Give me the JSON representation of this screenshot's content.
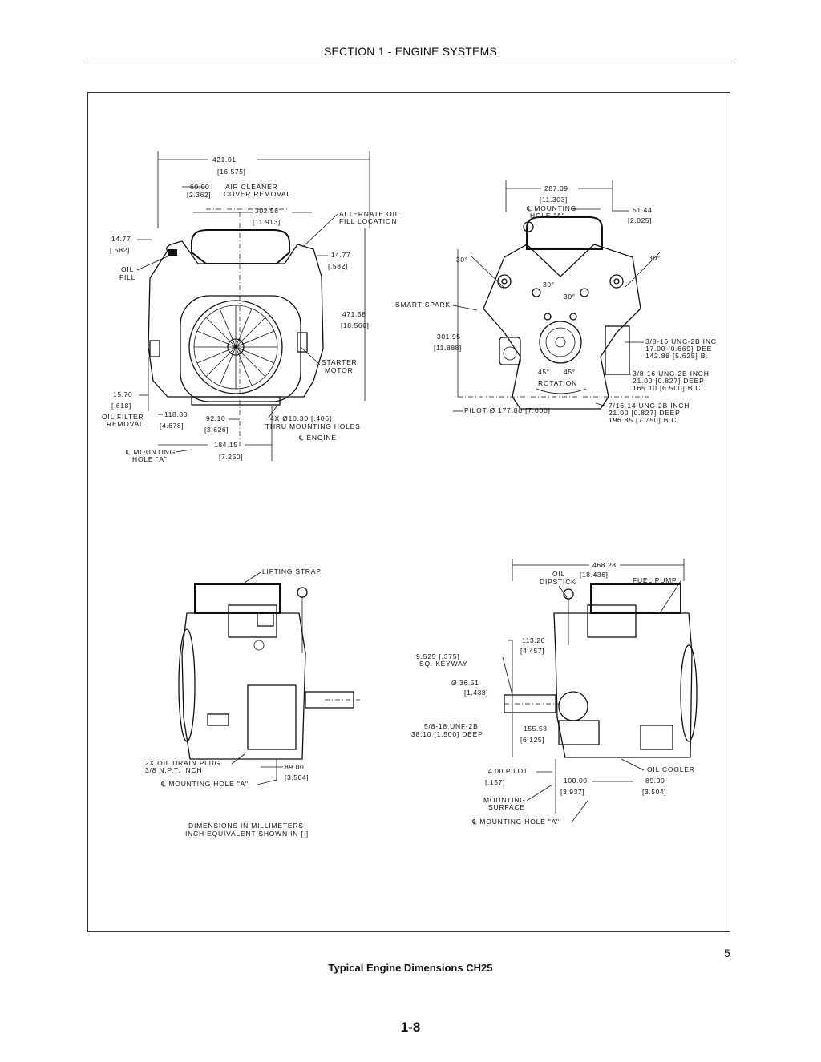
{
  "header": {
    "section": "SECTION 1 - ENGINE SYSTEMS"
  },
  "figure": {
    "number": "5",
    "caption": "Typical Engine Dimensions CH25"
  },
  "page_number": "1-8",
  "front_view": {
    "labels": {
      "overall_width": "421.01",
      "overall_width_in": "[16.575]",
      "air_cleaner": "60.00",
      "air_cleaner_in": "[2.362]",
      "air_cleaner_text1": "AIR CLEANER",
      "air_cleaner_text2": "COVER REMOVAL",
      "w302": "302.58",
      "w302_in": "[11.913]",
      "alt_oil1": "ALTERNATE OIL",
      "alt_oil2": "FILL LOCATION",
      "left1477": "14.77",
      "left1477_in": "[.582]",
      "right1477": "14.77",
      "right1477_in": "[.582]",
      "oil_fill1": "OIL",
      "oil_fill2": "FILL",
      "height": "471.58",
      "height_in": "[18.566]",
      "starter1": "STARTER",
      "starter2": "MOTOR",
      "d1570": "15.70",
      "d1570_in": "[.618]",
      "filter1": "OIL FILTER",
      "filter2": "REMOVAL",
      "d11883": "118.83",
      "d11883_in": "[4.678]",
      "d9210": "92.10",
      "d9210_in": "[3.626]",
      "holes1": "4X Ø10.30 [.406]",
      "holes2": "THRU MOUNTING HOLES",
      "cl_engine": "℄ ENGINE",
      "d18415": "184.15",
      "d18415_in": "[7.250]",
      "mount1": "℄ MOUNTING",
      "mount2": "HOLE \"A\""
    }
  },
  "side_view": {
    "labels": {
      "w28709": "287.09",
      "w28709_in": "[11.303]",
      "mount1": "℄ MOUNTING",
      "mount2": "HOLE \"A\"",
      "d5144": "51.44",
      "d5144_in": "[2.025]",
      "a30l": "30°",
      "a30r": "30°",
      "a30c1": "30°",
      "a30c2": "30°",
      "smart": "SMART-SPARK",
      "d30195": "301.95",
      "d30195_in": "[11.888]",
      "bolt1a": "3/8-16 UNC-2B INC",
      "bolt1b": "17.00 [0.669] DEE",
      "bolt1c": "142.88 [5.625] B.",
      "bolt2a": "3/8-16 UNC-2B INCH",
      "bolt2b": "21.00 [0.827] DEEP",
      "bolt2c": "165.10 [6.500] B.C.",
      "a45l": "45°",
      "a45r": "45°",
      "rotation": "ROTATION",
      "bolt3a": "7/16-14 UNC-2B INCH",
      "bolt3b": "21.00 [0.827] DEEP",
      "bolt3c": "196.85 [7.750] B.C.",
      "pilot": "PILOT  Ø  177.80 [7.000]"
    }
  },
  "rear_left_view": {
    "labels": {
      "strap": "LIFTING STRAP",
      "drain1": "2X OIL DRAIN PLUG",
      "drain2": "3/8 N.P.T. INCH",
      "d8900": "89.00",
      "d8900_in": "[3.504]",
      "mount": "℄ MOUNTING HOLE \"A\""
    }
  },
  "rear_right_view": {
    "labels": {
      "w46828": "468.28",
      "w46828_in": "[18.436]",
      "dip1": "OIL",
      "dip2": "DIPSTICK",
      "fuel": "FUEL PUMP",
      "d11320": "113.20",
      "d11320_in": "[4.457]",
      "key1": "9.525 [.375]",
      "key2": "SQ. KEYWAY",
      "shaft": "Ø  36.51",
      "shaft_in": "[1.438]",
      "thread1": "5/8-18 UNF-2B",
      "thread2": "38.10 [1.500] DEEP",
      "d15558": "155.58",
      "d15558_in": "[6.125]",
      "pilot": "4.00 PILOT",
      "pilot_in": "[.157]",
      "d10000": "100.00",
      "d10000_in": "[3.937]",
      "d8900": "89.00",
      "d8900_in": "[3.504]",
      "cooler": "OIL COOLER",
      "surface1": "MOUNTING",
      "surface2": "SURFACE",
      "mount": "℄ MOUNTING HOLE \"A\""
    }
  },
  "notes": {
    "line1": "DIMENSIONS IN MILLIMETERS",
    "line2": "INCH EQUIVALENT SHOWN IN [  ]"
  }
}
